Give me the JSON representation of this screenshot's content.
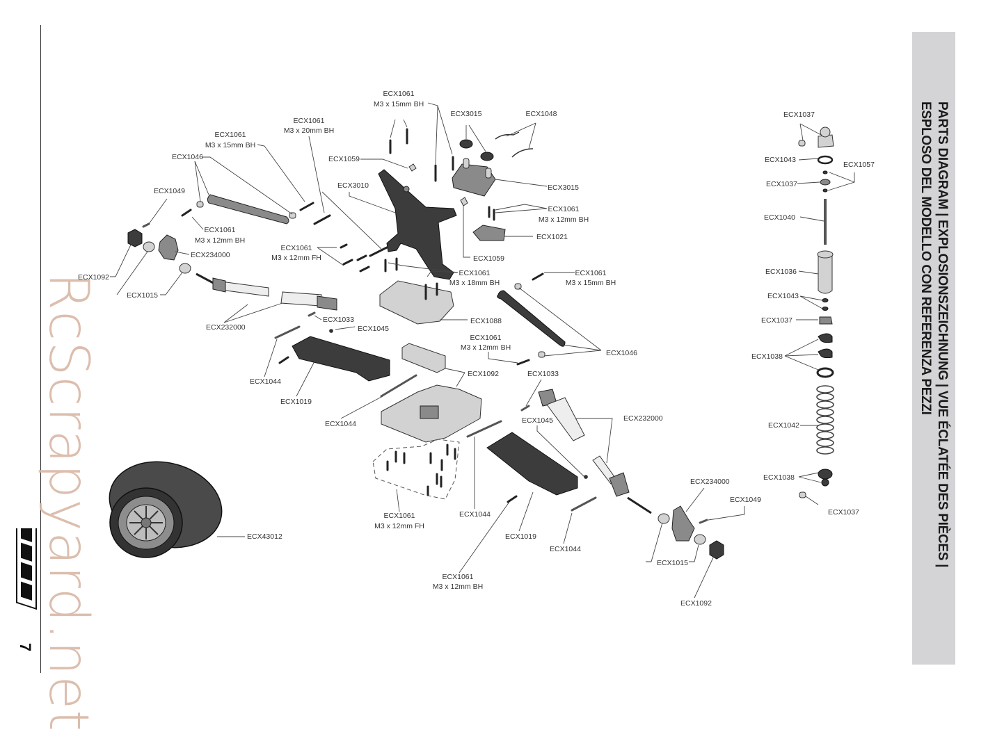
{
  "document": {
    "title_lines": [
      "Parts Diagram | Explosionszeichnung | Vue éclatée des pièces |",
      "Esploso del modello con referenza pezzi"
    ],
    "page_number": "7",
    "brand": "ECX",
    "watermark": "RcScrapyard.net"
  },
  "callouts": [
    {
      "id": "ecx1061-15bh-top",
      "part": "ECX1061",
      "spec": "M3 x 15mm BH"
    },
    {
      "id": "ecx3015-top",
      "part": "ECX3015",
      "spec": ""
    },
    {
      "id": "ecx1048",
      "part": "ECX1048",
      "spec": ""
    },
    {
      "id": "ecx1061-20bh",
      "part": "ECX1061",
      "spec": "M3 x 20mm BH"
    },
    {
      "id": "ecx1061-15bh-left",
      "part": "ECX1061",
      "spec": "M3 x 15mm BH"
    },
    {
      "id": "ecx1059-top",
      "part": "ECX1059",
      "spec": ""
    },
    {
      "id": "ecx1046-left",
      "part": "ECX1046",
      "spec": ""
    },
    {
      "id": "ecx3010",
      "part": "ECX3010",
      "spec": ""
    },
    {
      "id": "ecx3015-mount",
      "part": "ECX3015",
      "spec": ""
    },
    {
      "id": "ecx1049-left",
      "part": "ECX1049",
      "spec": ""
    },
    {
      "id": "ecx1061-12bh-mid",
      "part": "ECX1061",
      "spec": "M3 x 12mm BH"
    },
    {
      "id": "ecx1061-12bh-left",
      "part": "ECX1061",
      "spec": "M3 x 12mm BH"
    },
    {
      "id": "ecx1021",
      "part": "ECX1021",
      "spec": ""
    },
    {
      "id": "ecx1061-12fh-top",
      "part": "ECX1061",
      "spec": "M3 x 12mm FH"
    },
    {
      "id": "ecx234000-left",
      "part": "ECX234000",
      "spec": ""
    },
    {
      "id": "ecx1059-mid",
      "part": "ECX1059",
      "spec": ""
    },
    {
      "id": "ecx1092-left",
      "part": "ECX1092",
      "spec": ""
    },
    {
      "id": "ecx1061-18bh",
      "part": "ECX1061",
      "spec": "M3 x 18mm BH"
    },
    {
      "id": "ecx1061-15bh-right",
      "part": "ECX1061",
      "spec": "M3 x 15mm BH"
    },
    {
      "id": "ecx1015-left",
      "part": "ECX1015",
      "spec": ""
    },
    {
      "id": "ecx1033-left",
      "part": "ECX1033",
      "spec": ""
    },
    {
      "id": "ecx1088",
      "part": "ECX1088",
      "spec": ""
    },
    {
      "id": "ecx232000-left",
      "part": "ECX232000",
      "spec": ""
    },
    {
      "id": "ecx1045-left",
      "part": "ECX1045",
      "spec": ""
    },
    {
      "id": "ecx1061-12bh-center",
      "part": "ECX1061",
      "spec": "M3 x 12mm BH"
    },
    {
      "id": "ecx1046-right",
      "part": "ECX1046",
      "spec": ""
    },
    {
      "id": "ecx1092-center",
      "part": "ECX1092",
      "spec": ""
    },
    {
      "id": "ecx1033-right",
      "part": "ECX1033",
      "spec": ""
    },
    {
      "id": "ecx1044-left",
      "part": "ECX1044",
      "spec": ""
    },
    {
      "id": "ecx1019-left",
      "part": "ECX1019",
      "spec": ""
    },
    {
      "id": "ecx232000-right",
      "part": "ECX232000",
      "spec": ""
    },
    {
      "id": "ecx1045-right",
      "part": "ECX1045",
      "spec": ""
    },
    {
      "id": "ecx1044-center",
      "part": "ECX1044",
      "spec": ""
    },
    {
      "id": "ecx234000-right",
      "part": "ECX234000",
      "spec": ""
    },
    {
      "id": "ecx1049-right",
      "part": "ECX1049",
      "spec": ""
    },
    {
      "id": "ecx1061-12fh-bottom",
      "part": "ECX1061",
      "spec": "M3 x 12mm FH"
    },
    {
      "id": "ecx1044-bottom-mid",
      "part": "ECX1044",
      "spec": ""
    },
    {
      "id": "ecx43012",
      "part": "ECX43012",
      "spec": ""
    },
    {
      "id": "ecx1019-right",
      "part": "ECX1019",
      "spec": ""
    },
    {
      "id": "ecx1044-bottom-right",
      "part": "ECX1044",
      "spec": ""
    },
    {
      "id": "ecx1015-right",
      "part": "ECX1015",
      "spec": ""
    },
    {
      "id": "ecx1061-12bh-bottom",
      "part": "ECX1061",
      "spec": "M3 x 12mm BH"
    },
    {
      "id": "ecx1092-right",
      "part": "ECX1092",
      "spec": ""
    }
  ],
  "shock_callouts": [
    {
      "id": "shock-ecx1037-cap",
      "part": "ECX1037"
    },
    {
      "id": "shock-ecx1043-top",
      "part": "ECX1043"
    },
    {
      "id": "shock-ecx1057",
      "part": "ECX1057"
    },
    {
      "id": "shock-ecx1037-piston",
      "part": "ECX1037"
    },
    {
      "id": "shock-ecx1040",
      "part": "ECX1040"
    },
    {
      "id": "shock-ecx1036",
      "part": "ECX1036"
    },
    {
      "id": "shock-ecx1043-bottom",
      "part": "ECX1043"
    },
    {
      "id": "shock-ecx1037-bottomcap",
      "part": "ECX1037"
    },
    {
      "id": "shock-ecx1038-clips",
      "part": "ECX1038"
    },
    {
      "id": "shock-ecx1042",
      "part": "ECX1042"
    },
    {
      "id": "shock-ecx1038-end",
      "part": "ECX1038"
    },
    {
      "id": "shock-ecx1037-ball",
      "part": "ECX1037"
    }
  ]
}
